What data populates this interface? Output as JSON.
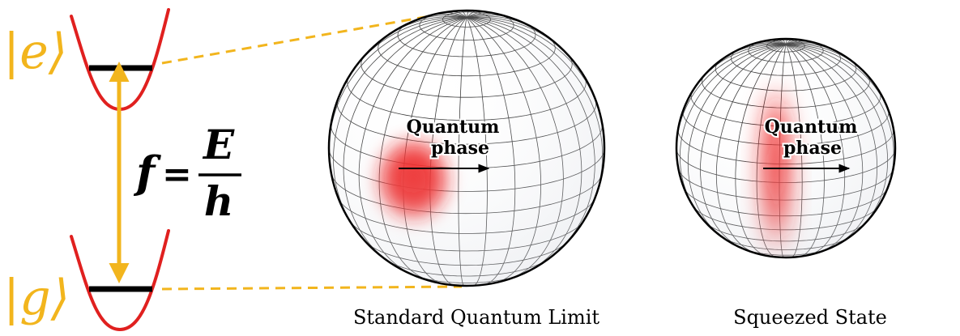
{
  "colors": {
    "accent": "#f2b51d",
    "well": "#e0201f",
    "level": "#000000",
    "blob": "#ee1a1a",
    "grid": "#333333"
  },
  "levels": {
    "excited_label": "|e⟩",
    "ground_label": "|g⟩"
  },
  "formula": {
    "lhs": "f",
    "equals": "=",
    "numerator": "E",
    "denominator": "h"
  },
  "spheres": [
    {
      "arrow_label_line1": "Quantum",
      "arrow_label_line2": "phase",
      "caption": "Standard Quantum Limit"
    },
    {
      "arrow_label_line1": "Quantum",
      "arrow_label_line2": "phase",
      "caption": "Squeezed State"
    }
  ]
}
